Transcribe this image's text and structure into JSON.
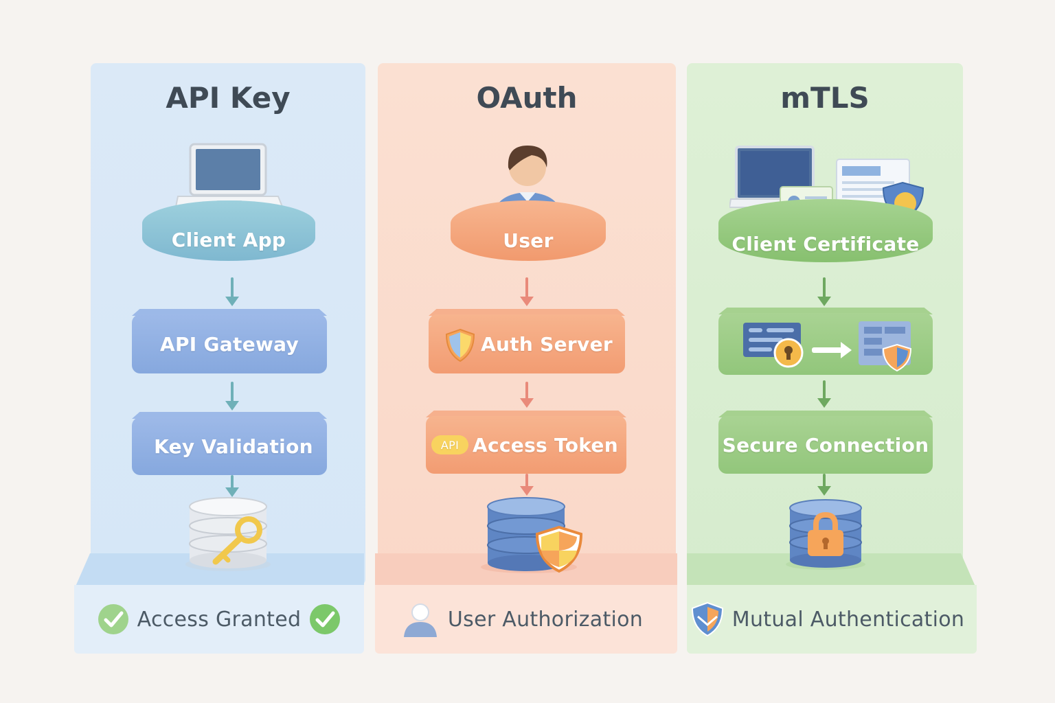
{
  "columns": [
    {
      "title": "API Key",
      "steps": [
        "Client App",
        "API Gateway",
        "Key Validation"
      ],
      "footer": "Access Granted",
      "colors": {
        "panel": "#dbe9f7",
        "node": "#7fb8d6",
        "card": "#8fb0e2",
        "arrow": "#6fb0b8"
      }
    },
    {
      "title": "OAuth",
      "steps": [
        "User",
        "Auth Server",
        "Access Token"
      ],
      "token_badge": "API",
      "footer": "User Authorization",
      "colors": {
        "panel": "#fbe0d2",
        "node": "#f3a074",
        "card": "#f4a276",
        "arrow": "#e98a7a"
      }
    },
    {
      "title": "mTLS",
      "steps": [
        "Client Certificate",
        "Secure Connection"
      ],
      "footer": "Mutual Authentication",
      "colors": {
        "panel": "#def0d6",
        "node": "#8fc77a",
        "card": "#9ccd86",
        "arrow": "#6ea860"
      }
    }
  ],
  "icons": [
    "laptop-icon",
    "database-key-icon",
    "user-avatar-icon",
    "shield-icon",
    "database-shield-icon",
    "certificate-icon",
    "key-exchange-icon",
    "database-lock-icon",
    "check-icon"
  ]
}
